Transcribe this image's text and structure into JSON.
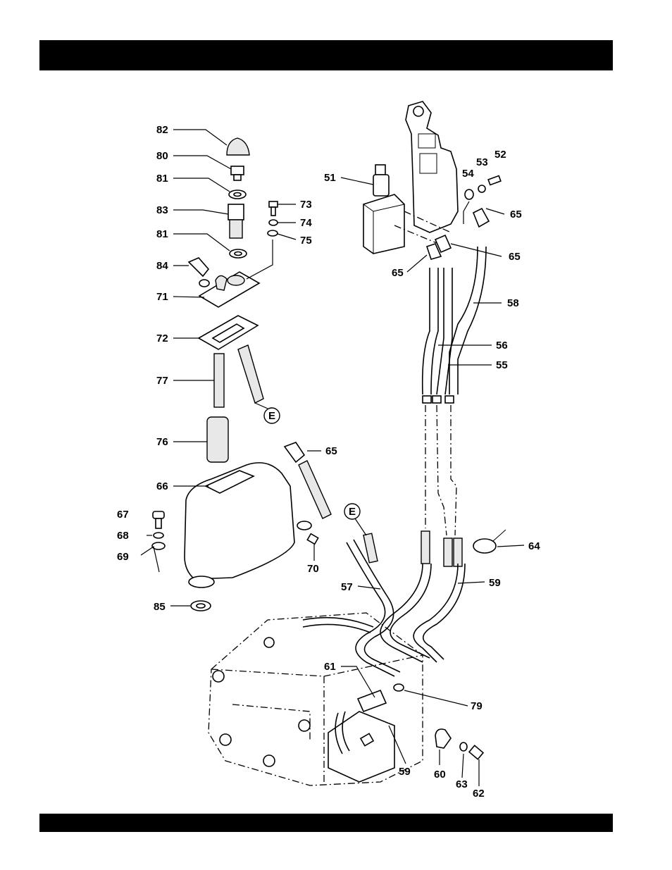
{
  "header": {
    "title": ""
  },
  "footer": {
    "text": ""
  },
  "callouts": {
    "p51": "51",
    "p52": "52",
    "p53": "53",
    "p54": "54",
    "p55": "55",
    "p56": "56",
    "p57": "57",
    "p58": "58",
    "p59a": "59",
    "p59b": "59",
    "p60": "60",
    "p61": "61",
    "p62": "62",
    "p63": "63",
    "p64": "64",
    "p65a": "65",
    "p65b": "65",
    "p65c": "65",
    "p65d": "65",
    "p66": "66",
    "p67": "67",
    "p68": "68",
    "p69": "69",
    "p70": "70",
    "p71": "71",
    "p72": "72",
    "p73": "73",
    "p74": "74",
    "p75": "75",
    "p76": "76",
    "p77": "77",
    "p79": "79",
    "p80": "80",
    "p81a": "81",
    "p81b": "81",
    "p82": "82",
    "p83": "83",
    "p84": "84",
    "p85": "85",
    "connE1": "E",
    "connE2": "E"
  }
}
